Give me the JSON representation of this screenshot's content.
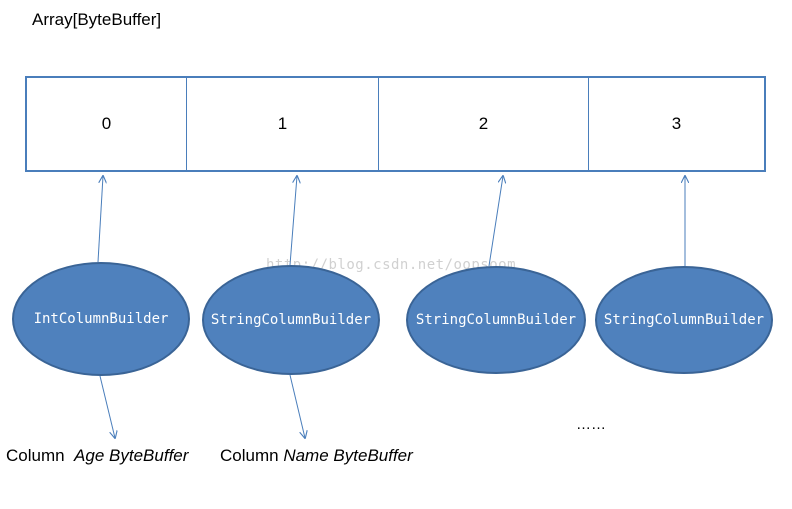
{
  "title": "Array[ByteBuffer]",
  "array": {
    "cells": [
      "0",
      "1",
      "2",
      "3"
    ],
    "border_color": "#4a7ebb"
  },
  "builders": [
    {
      "label": "IntColumnBuilder"
    },
    {
      "label": "StringColumnBuilder"
    },
    {
      "label": "StringColumnBuilder"
    },
    {
      "label": "StringColumnBuilder"
    }
  ],
  "builder_fill": "#4f81bd",
  "arrow_color": "#4a7ebb",
  "watermark": "http://blog.csdn.net/oopsoom",
  "column_labels": [
    {
      "prefix": "Column",
      "name": "Age",
      "suffix": "ByteBuffer"
    },
    {
      "prefix": "Column",
      "name": "Name",
      "suffix": "ByteBuffer"
    }
  ],
  "ellipsis": "……"
}
